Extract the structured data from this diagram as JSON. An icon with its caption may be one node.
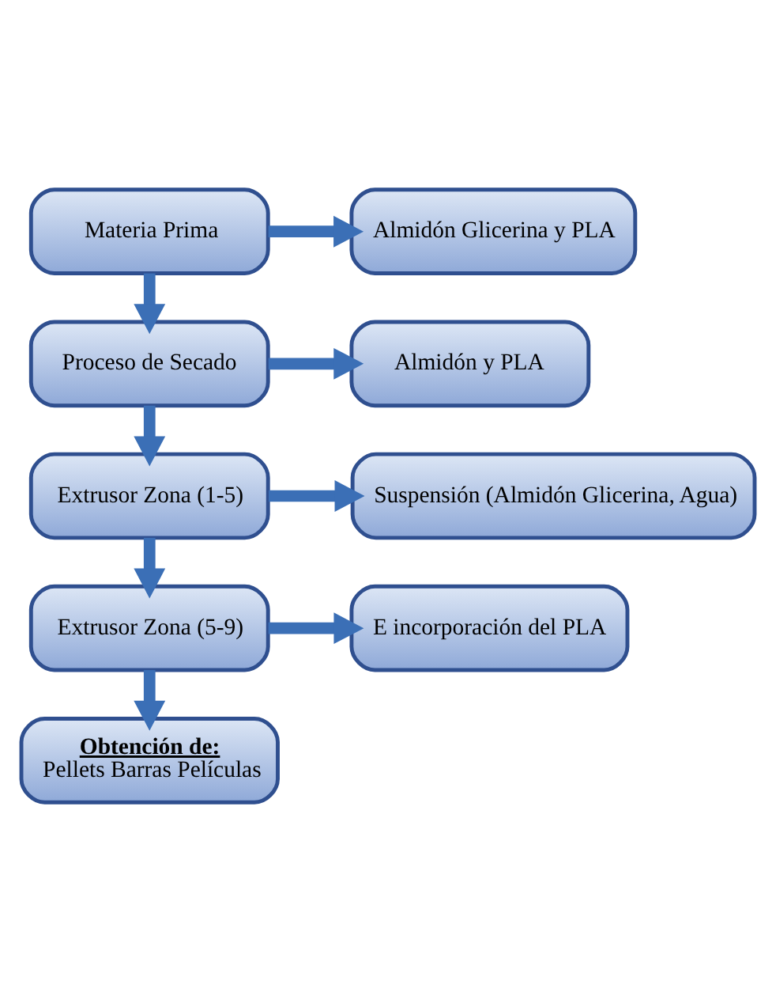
{
  "diagram": {
    "nodes": [
      {
        "text": [
          "Materia Prima"
        ]
      },
      {
        "text": [
          "Almidón Glicerina y PLA"
        ]
      },
      {
        "text": [
          "Proceso de Secado"
        ]
      },
      {
        "text": [
          "Almidón y PLA"
        ]
      },
      {
        "text": [
          "Extrusor Zona (1-5)"
        ]
      },
      {
        "text": [
          "Suspensión (Almidón Glicerina, Agua)"
        ]
      },
      {
        "text": [
          "Extrusor Zona (5-9)"
        ]
      },
      {
        "text": [
          "E incorporación del PLA"
        ]
      },
      {
        "text": [
          "Obtención de:",
          "Pellets Barras Películas"
        ]
      }
    ],
    "edges": [
      {
        "from": 0,
        "to": 1,
        "arrow": "to"
      },
      {
        "from": 0,
        "to": 2,
        "arrow": "to"
      },
      {
        "from": 2,
        "to": 3,
        "arrow": "to"
      },
      {
        "from": 2,
        "to": 4,
        "arrow": "to"
      },
      {
        "from": 4,
        "to": 5,
        "arrow": "to"
      },
      {
        "from": 4,
        "to": 6,
        "arrow": "to"
      },
      {
        "from": 6,
        "to": 7,
        "arrow": "to"
      },
      {
        "from": 6,
        "to": 8,
        "arrow": "to"
      }
    ]
  }
}
